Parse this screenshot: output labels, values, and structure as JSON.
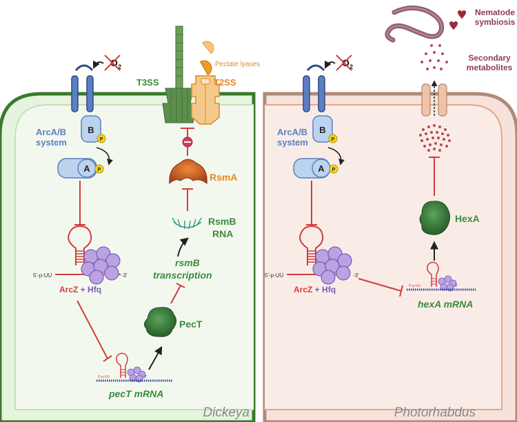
{
  "left_panel": {
    "organism": "Dickeya",
    "o2": "O",
    "o2_sub": "2",
    "system_line1": "ArcA/B",
    "system_line2": "system",
    "letter_b": "B",
    "letter_a": "A",
    "phospho": "P",
    "t3ss": "T3SS",
    "t2ss": "T2SS",
    "pectate_lyases": "Pectate lyases",
    "rsma": "RsmA",
    "rsmb_line1": "RsmB",
    "rsmb_line2": "RNA",
    "transcription_line1": "rsmB",
    "transcription_line2": "transcription",
    "five_prime": "5'-p-UU",
    "three_prime": "-3'",
    "arcz": "ArcZ",
    "plus": " + ",
    "hfq": "Hfq",
    "pect": "PecT",
    "pect_mrna": "pecT mRNA",
    "small_five": "5'-p-UU",
    "small_three": "3'"
  },
  "right_panel": {
    "organism": "Photorhabdus",
    "o2": "O",
    "o2_sub": "2",
    "system_line1": "ArcA/B",
    "system_line2": "system",
    "letter_b": "B",
    "letter_a": "A",
    "phospho": "P",
    "nematode_line1": "Nematode",
    "nematode_line2": "symbiosis",
    "secondary_line1": "Secondary",
    "secondary_line2": "metabolites",
    "hexa": "HexA",
    "five_prime": "5'-p-UU",
    "three_prime": "-3'",
    "arcz": "ArcZ",
    "plus": " + ",
    "hfq": "Hfq",
    "hexa_mrna": "hexA mRNA",
    "small_five": "5'-p-UU",
    "small_three": "3'"
  },
  "colors": {
    "left_membrane": "#3a7a2a",
    "left_fill": "#e6f4df",
    "right_membrane": "#b08a78",
    "right_fill": "#f6e2dc",
    "arcab_blue": "#5b7fc0",
    "inhibit_red": "#d23b3b",
    "green_text": "#3c8a3c",
    "orange_text": "#e08a1e",
    "hfq_purple": "#b9a3e3",
    "maroon": "#8b3e4e"
  }
}
